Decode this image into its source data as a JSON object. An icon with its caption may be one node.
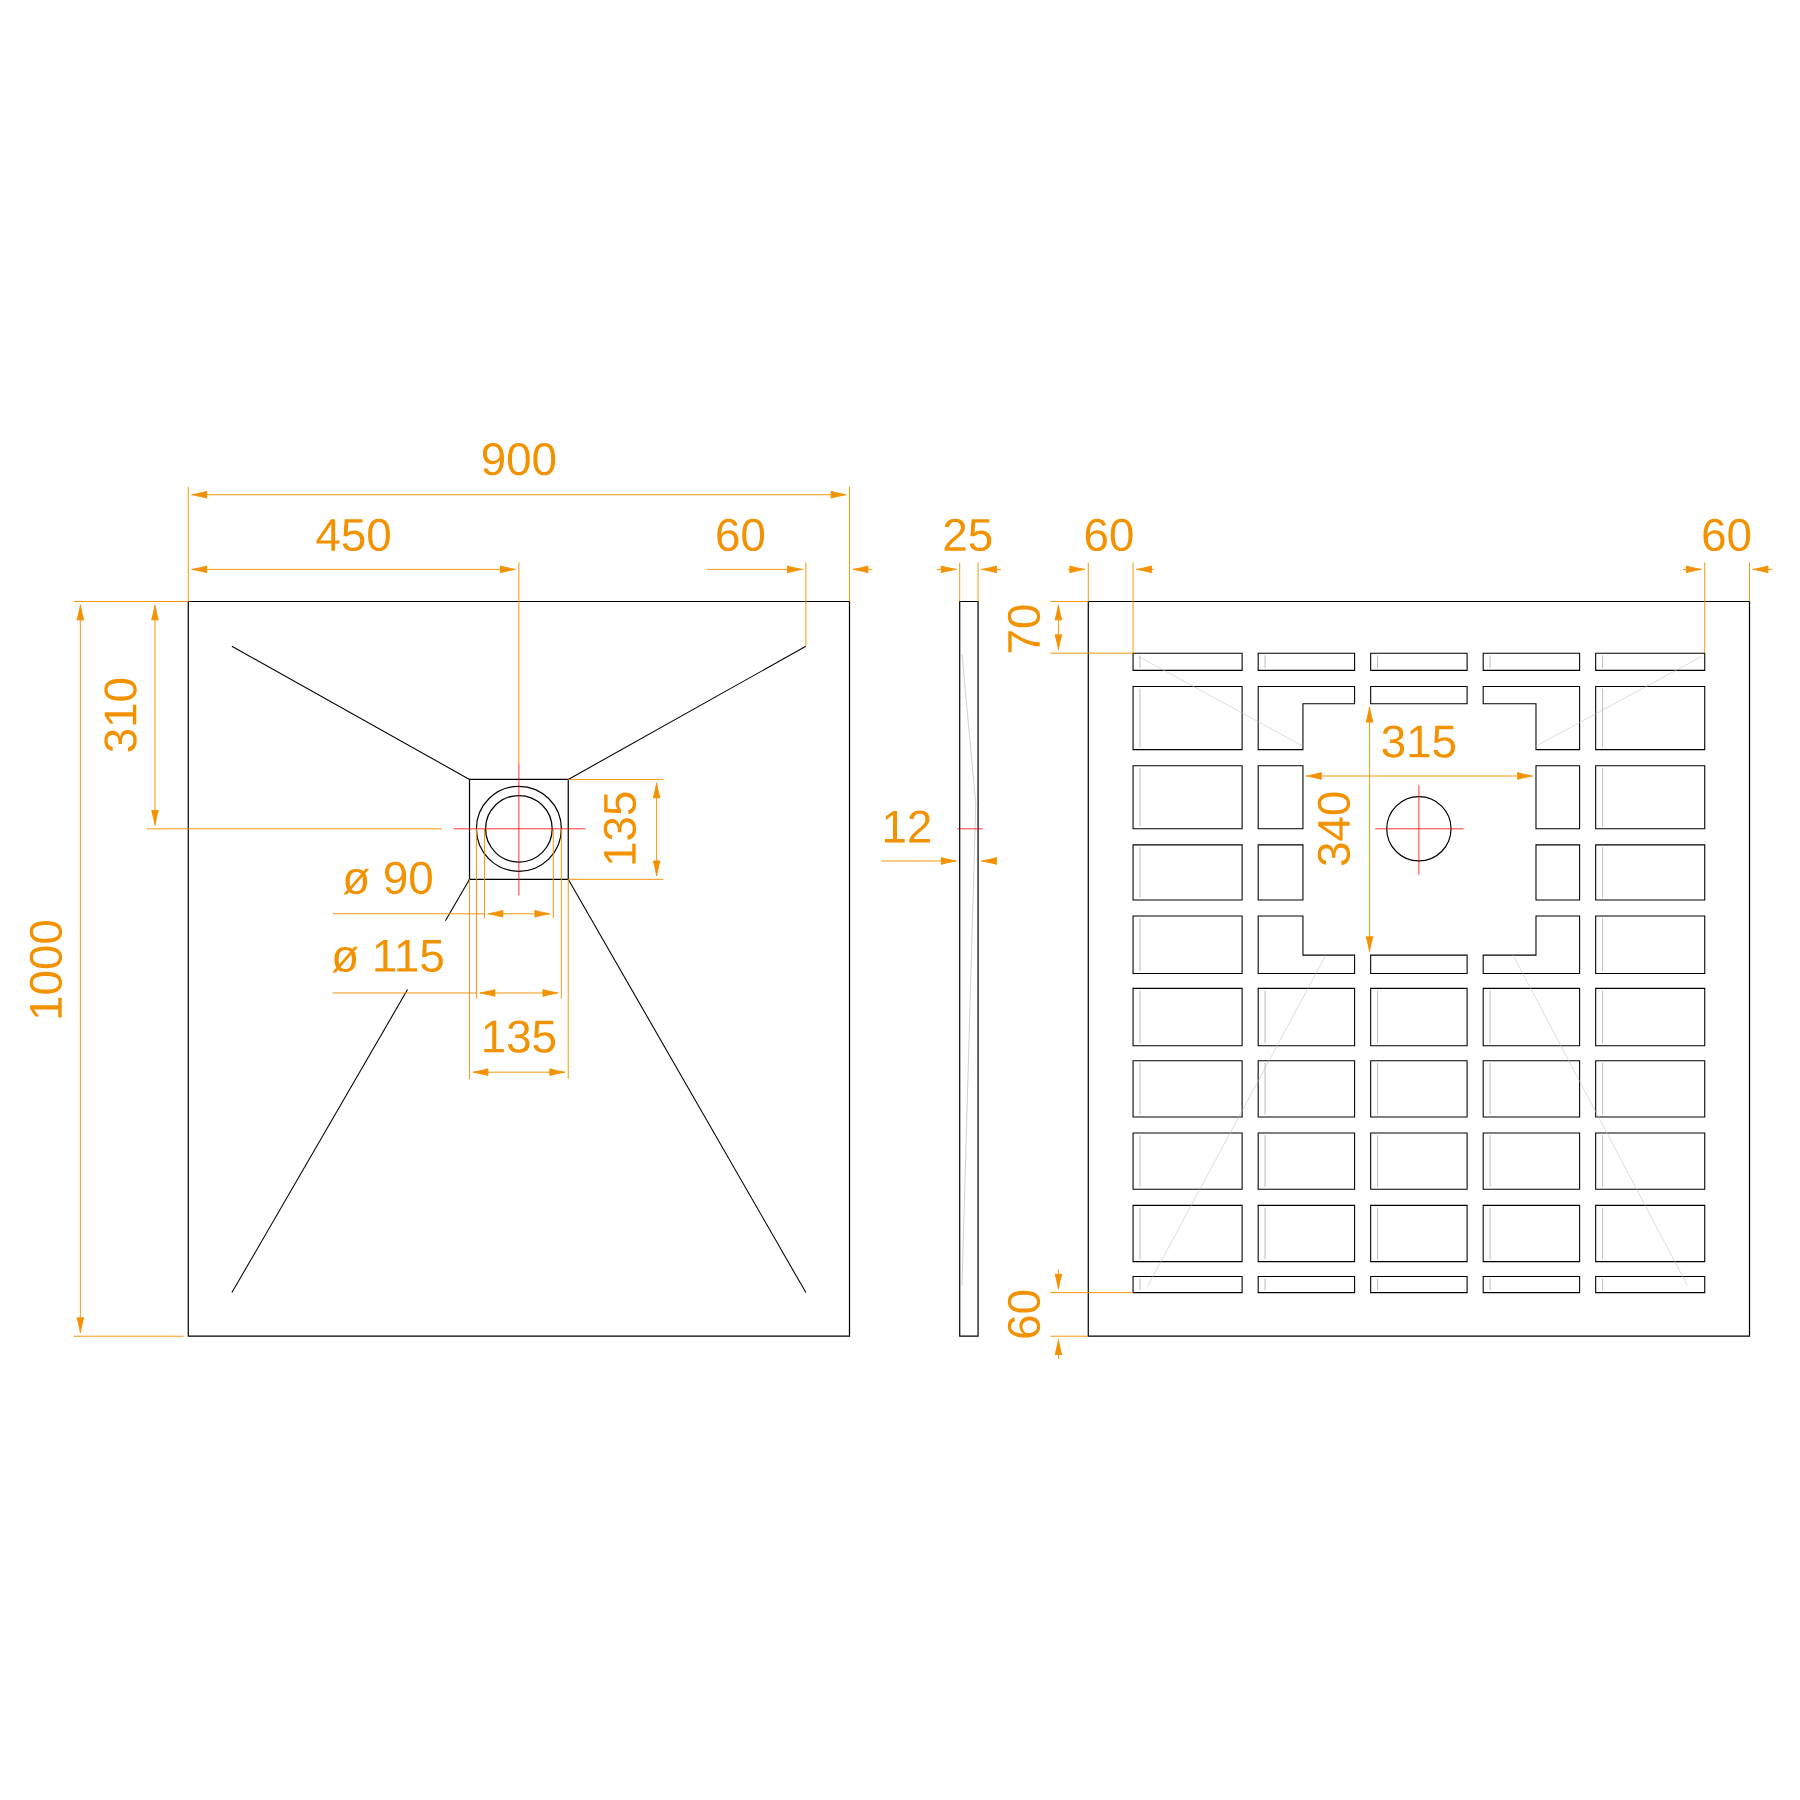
{
  "diagram": {
    "labels": [
      "900",
      "450",
      "60",
      "25",
      "60",
      "60",
      "70",
      "310",
      "315",
      "135",
      "340",
      "12",
      "ø 90",
      "ø 115",
      "1000",
      "135",
      "60"
    ]
  }
}
